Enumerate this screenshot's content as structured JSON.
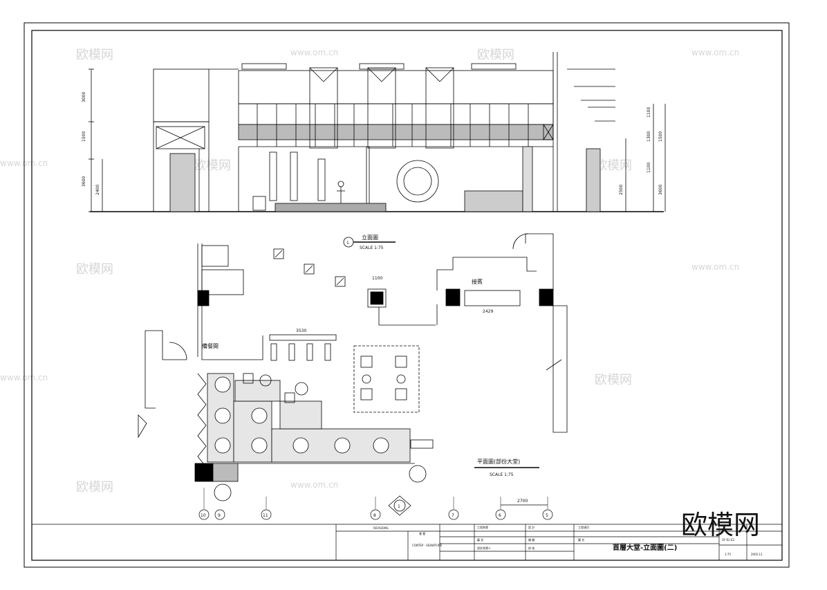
{
  "drawing": {
    "elevation_title": "立面圖",
    "elevation_scale": "SCALE 1:75",
    "elevation_marker": "1",
    "plan_title": "平面圖(部份大堂)",
    "plan_scale": "SCALE 1:75",
    "plan_marker": "1",
    "room_labels": {
      "pantry": "備餐間",
      "reception": "接賓"
    },
    "plan_dimensions": {
      "bar_width": "3530",
      "counter_width": "2429",
      "column_size": "1100",
      "grid_spacing": "2700"
    },
    "elevation_dimensions_left": [
      "3000",
      "1500",
      "3600",
      "2400"
    ],
    "elevation_dimensions_right": [
      "1100",
      "1300",
      "1500",
      "1100",
      "2500",
      "3600"
    ],
    "grid_lines": [
      "10",
      "9",
      "11",
      "8",
      "7",
      "6",
      "5"
    ]
  },
  "title_block": {
    "revisions": "REVISIONS",
    "contep_signature": "CONTEP - SIGNATURE",
    "approved": "會 簽",
    "sheet_title": "首層大堂-立面圖(二)",
    "cells": [
      "工程負責",
      "設 計",
      "工程項目",
      "審 定",
      "繪 圖",
      "圖 名",
      "設計負責人",
      "校 核"
    ],
    "drawing_no": "GF-EL-E2",
    "scale": "1:75",
    "date": "2005.11"
  },
  "watermark": {
    "brand": "欧模网",
    "site": "www.om.cn"
  }
}
